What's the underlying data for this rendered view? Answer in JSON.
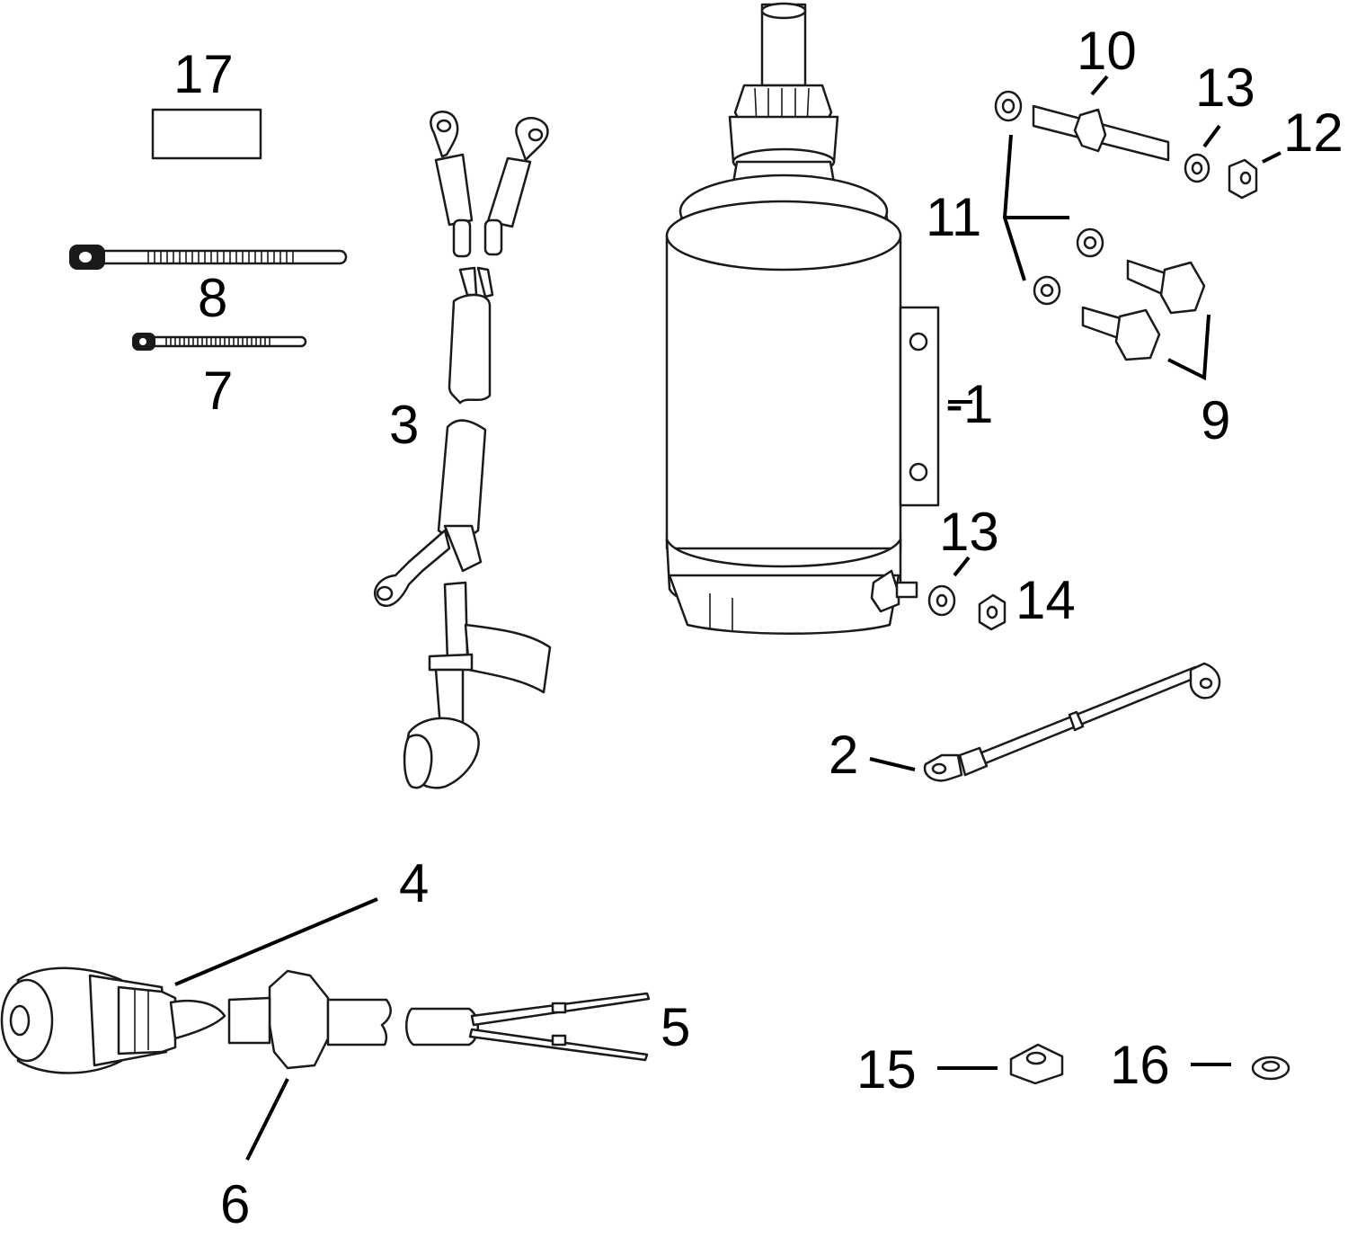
{
  "callouts": {
    "c1": "-1",
    "c2": "2",
    "c3": "3",
    "c4": "4",
    "c5": "5",
    "c6": "6",
    "c7": "7",
    "c8": "8",
    "c9": "9",
    "c10": "10",
    "c11": "11",
    "c12": "12",
    "c13a": "13",
    "c13b": "13",
    "c14": "14",
    "c15": "15",
    "c16": "16",
    "c17": "17"
  },
  "colors": {
    "ink": "#1a1a1a",
    "background": "#ffffff"
  }
}
